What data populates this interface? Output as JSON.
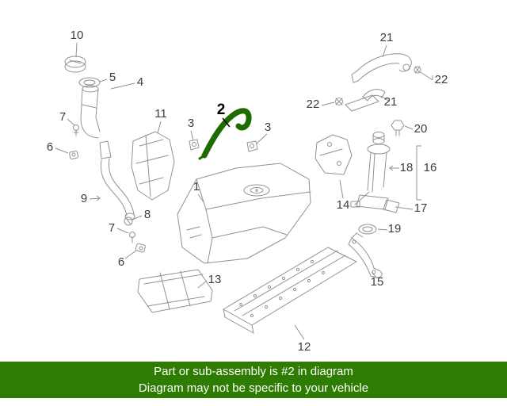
{
  "diagram": {
    "description": "Fuel tank and filler assembly parts diagram",
    "highlight_color": "#1e6b00",
    "line_color": "#8f948f",
    "label_color": "#3c3c3c",
    "highlighted_part": "2"
  },
  "labels": [
    {
      "text": "10"
    },
    {
      "text": "5"
    },
    {
      "text": "4"
    },
    {
      "text": "7"
    },
    {
      "text": "6"
    },
    {
      "text": "11"
    },
    {
      "text": "3"
    },
    {
      "text": "2"
    },
    {
      "text": "3"
    },
    {
      "text": "9"
    },
    {
      "text": "8"
    },
    {
      "text": "7"
    },
    {
      "text": "6"
    },
    {
      "text": "1"
    },
    {
      "text": "13"
    },
    {
      "text": "12"
    },
    {
      "text": "14"
    },
    {
      "text": "21"
    },
    {
      "text": "22"
    },
    {
      "text": "22"
    },
    {
      "text": "21"
    },
    {
      "text": "20"
    },
    {
      "text": "18"
    },
    {
      "text": "16"
    },
    {
      "text": "17"
    },
    {
      "text": "19"
    },
    {
      "text": "15"
    }
  ],
  "banner": {
    "line1": "Part or sub-assembly is #2 in diagram",
    "line2": "Diagram may not be specific to your vehicle",
    "background": "#2e7d02",
    "text_color": "#ffffff"
  }
}
